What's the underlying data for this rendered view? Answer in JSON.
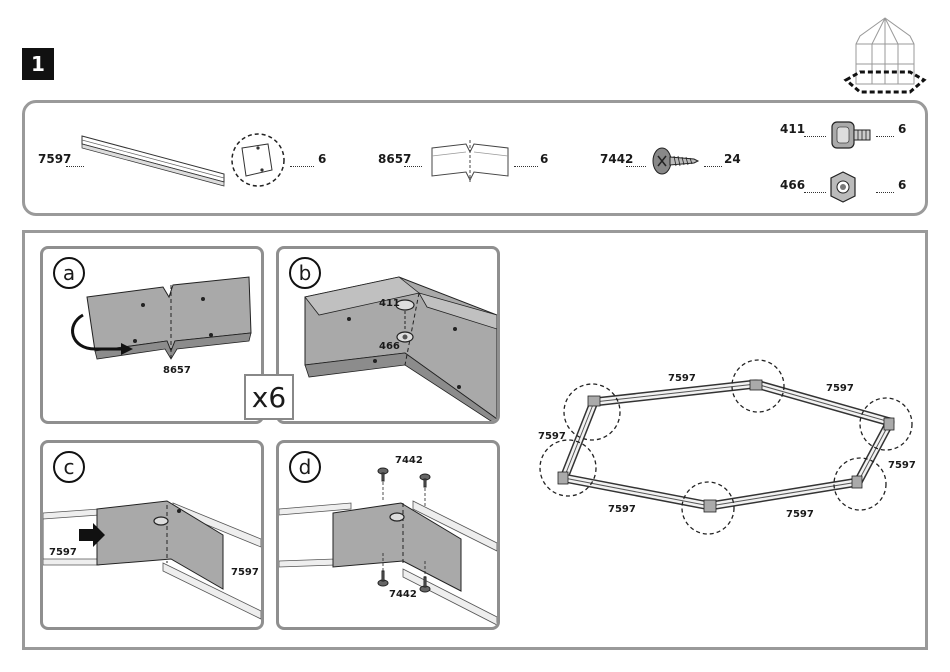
{
  "step": {
    "number": "1"
  },
  "parts": [
    {
      "code": "7597",
      "qty": "6"
    },
    {
      "code": "8657",
      "qty": "6"
    },
    {
      "code": "7442",
      "qty": "24"
    },
    {
      "code": "411",
      "qty": "6"
    },
    {
      "code": "466",
      "qty": "6"
    }
  ],
  "panels": {
    "a": {
      "letter": "a",
      "part": "8657"
    },
    "b": {
      "letter": "b",
      "bolt": "411",
      "nut": "466"
    },
    "c": {
      "letter": "c",
      "left_part": "7597",
      "right_part": "7597"
    },
    "d": {
      "letter": "d",
      "top_screw": "7442",
      "bottom_screw": "7442"
    }
  },
  "multiplier": "x6",
  "frame": {
    "edge_labels": [
      "7597",
      "7597",
      "7597",
      "7597",
      "7597",
      "7597"
    ]
  }
}
